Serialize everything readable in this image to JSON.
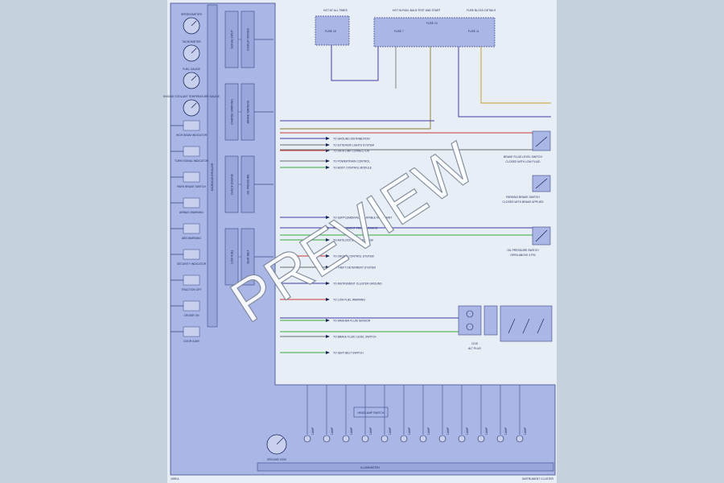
{
  "watermark": "PREVIEW",
  "page_color": "#c5d1dd",
  "sheet_color": "#e8eef5",
  "module_fill": "#aab6e6",
  "gauges": [
    "SPEEDOMETER",
    "TACHOMETER",
    "FUEL GAUGE",
    "ENGINE COOLANT TEMPERATURE GAUGE"
  ],
  "cluster_bus_label": "MICROCONTROLLER",
  "cluster_blocks": [
    "SIGNAL INPUT",
    "DISPLAY DRIVER",
    "CHARGE WARNING",
    "BRAKE WARNING",
    "CHECK ENGINE",
    "OIL PRESSURE",
    "LOW FUEL",
    "SEAT BELT"
  ],
  "top_connectors": [
    {
      "title": "HOT AT ALL TIMES",
      "fuse": "FUSE 15"
    },
    {
      "title": "HOT IN RUN, BULB TEST AND START",
      "fuse": "FUSE 7"
    },
    {
      "title": "FUSE BLOCK DETAILS",
      "fuse": "FUSE 11"
    }
  ],
  "top_block_label": "FUSE 10",
  "left_labels": [
    "HIGH BEAM INDICATOR",
    "TURN SIGNAL INDICATOR",
    "PARK BRAKE SWITCH",
    "AIRBAG WARNING",
    "ABS WARNING",
    "SECURITY INDICATOR",
    "TRACTION OFF",
    "CRUISE ON",
    "DOOR AJAR"
  ],
  "signal_labels": [
    "TO GROUND DISTRIBUTION",
    "TO EXTERIOR LIGHTS SYSTEM",
    "TO DATA LINK CONNECTOR",
    "TO POWERTRAIN CONTROL",
    "TO BODY CONTROL MODULE",
    "TO SUPPLEMENTAL INFLATABLE RESTRAINT",
    "TO INSTRUMENT PANEL DIMMING",
    "TO ANTILOCK BRAKE SYSTEM",
    "TO CRUISE CONTROL SYSTEM",
    "TO THEFT DETERRENT SYSTEM",
    "TO INSTRUMENT CLUSTER GROUND",
    "TO LOW FUEL WARNING",
    "TO WASHER FLUID SENSOR",
    "TO BRAKE FLUID LEVEL SWITCH",
    "TO SEAT BELT SWITCH"
  ],
  "right_components": [
    {
      "name": "BRAKE FLUID LEVEL SWITCH",
      "sub": "CLOSED WITH LOW FLUID"
    },
    {
      "name": "PARKING BRAKE SWITCH",
      "sub": "CLOSED WITH BRAKE APPLIED"
    },
    {
      "name": "OIL PRESSURE SWITCH",
      "sub": "OPEN ABOVE 4 PSI"
    },
    {
      "name": "C219",
      "sub": "ALT PLUG"
    }
  ],
  "bottom_connector_label": "HEADLAMP SWITCH",
  "bottom_items": [
    "GROUND G200",
    "LAMP",
    "LAMP",
    "LAMP",
    "LAMP",
    "LAMP",
    "LAMP",
    "LAMP",
    "LAMP",
    "LAMP",
    "LAMP",
    "LAMP",
    "LAMP"
  ],
  "bottom_bar_label": "ILLUMINATION",
  "footer_left": "1999 A",
  "footer_right": "INSTRUMENT CLUSTER"
}
